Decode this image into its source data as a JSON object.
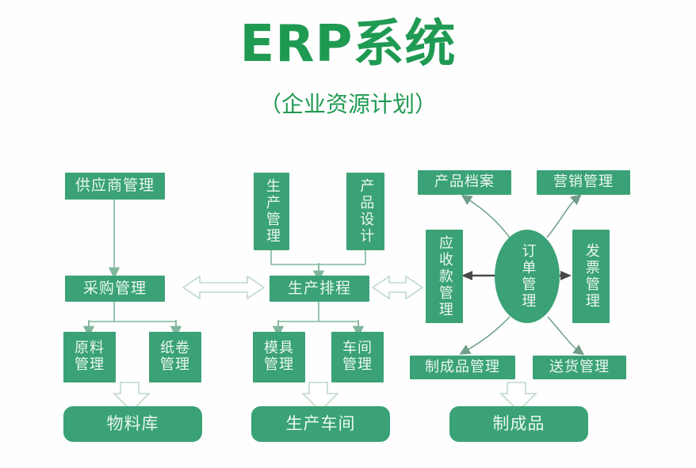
{
  "header": {
    "title": "ERP系统",
    "subtitle": "（企业资源计划）"
  },
  "colors": {
    "node_fill": "#3aa276",
    "node_text": "#eaf7ef",
    "title_color": "#1f9a52",
    "line_color": "#7fb79a",
    "background": "#fefefe"
  },
  "nodes": {
    "supplier_management": "供应商管理",
    "purchase_management": "采购管理",
    "material_management": "原料\n管理",
    "paper_roll_management": "纸卷\n管理",
    "material_warehouse": "物料库",
    "production_management": "生产管理",
    "product_design": "产品设计",
    "production_scheduling": "生产排程",
    "mold_management": "模具\n管理",
    "workshop_management": "车间\n管理",
    "production_workshop": "生产车间",
    "product_archive": "产品档案",
    "marketing_management": "营销管理",
    "receivables_management": "应收款管理",
    "order_management": "订单管理",
    "invoice_management": "发票管理",
    "finished_goods_management": "制成品管理",
    "delivery_management": "送货管理",
    "finished_goods": "制成品"
  },
  "connectors": {
    "supplier_to_purchase": "arrow-down",
    "purchase_to_material": "arrow-down-split",
    "purchase_to_paperroll": "arrow-down-split",
    "material_to_warehouse": "block-arrow-down",
    "production_to_scheduling": "arrow-down-merge",
    "design_to_scheduling": "arrow-down-merge",
    "scheduling_to_mold": "arrow-down-split",
    "scheduling_to_workshop": "arrow-down-split",
    "mold_to_production_workshop": "block-arrow-down",
    "purchase_scheduling_link": "double-headed-block-arrow",
    "scheduling_receivables_link": "double-headed-block-arrow",
    "order_to_archive": "curved-arrow-up-left",
    "order_to_marketing": "curved-arrow-up-right",
    "order_to_receivables": "arrow-left",
    "order_to_invoice": "arrow-right",
    "order_to_finished_goods_mgmt": "curved-arrow-down-left",
    "order_to_delivery": "curved-arrow-down-right",
    "finished_to_finished_goods": "block-arrow-down"
  }
}
